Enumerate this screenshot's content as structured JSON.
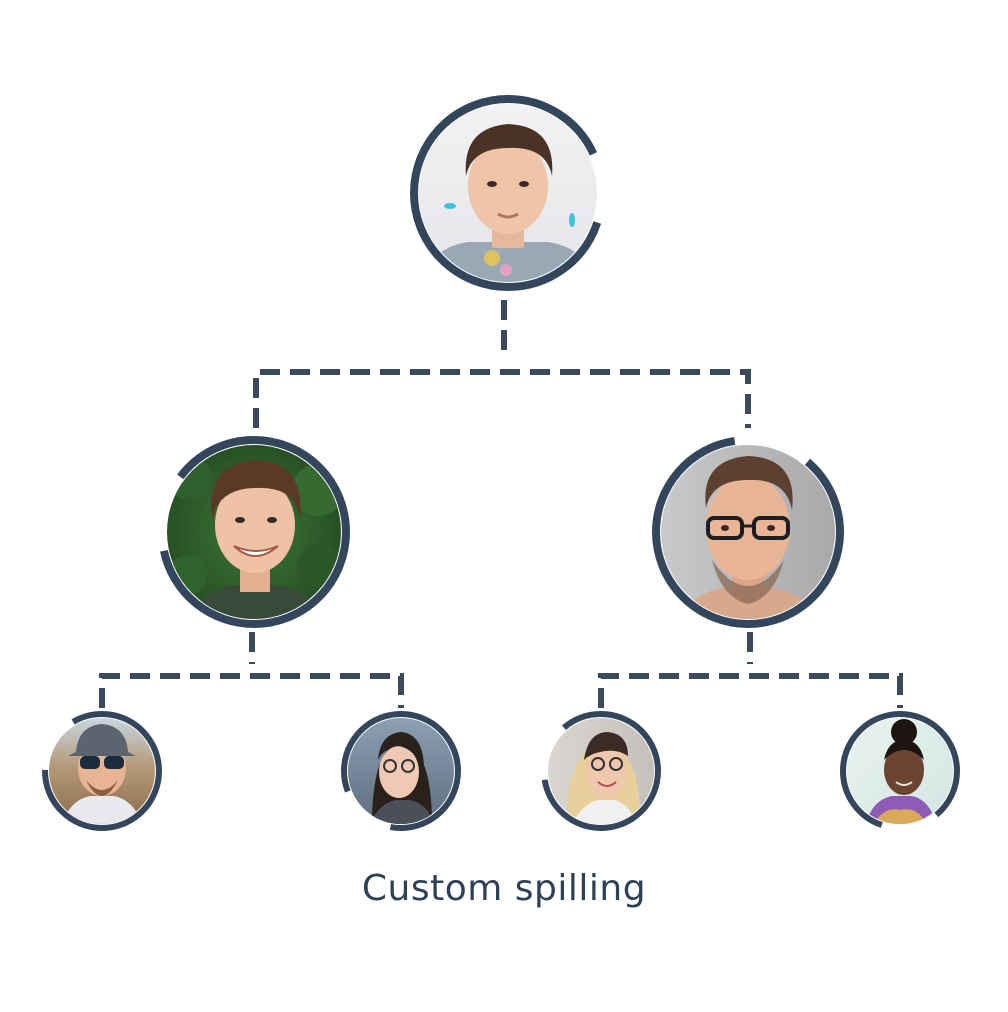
{
  "diagram": {
    "caption": "Custom spilling",
    "colors": {
      "line": "#3b4a5c",
      "ring": "#34465b",
      "caption": "#2f4156",
      "background": "#ffffff"
    },
    "root": {
      "avatar": "young-man-short-hair-light-background",
      "children": [
        {
          "avatar": "smiling-man-curly-hair-green-foliage",
          "children": [
            {
              "avatar": "man-cap-sunglasses-desert"
            },
            {
              "avatar": "woman-dark-hair-glasses"
            }
          ]
        },
        {
          "avatar": "man-glasses-beard-grey-background",
          "children": [
            {
              "avatar": "woman-blonde-hair-glasses-brick-wall"
            },
            {
              "avatar": "woman-hair-bun-colorful-top"
            }
          ]
        }
      ]
    }
  }
}
